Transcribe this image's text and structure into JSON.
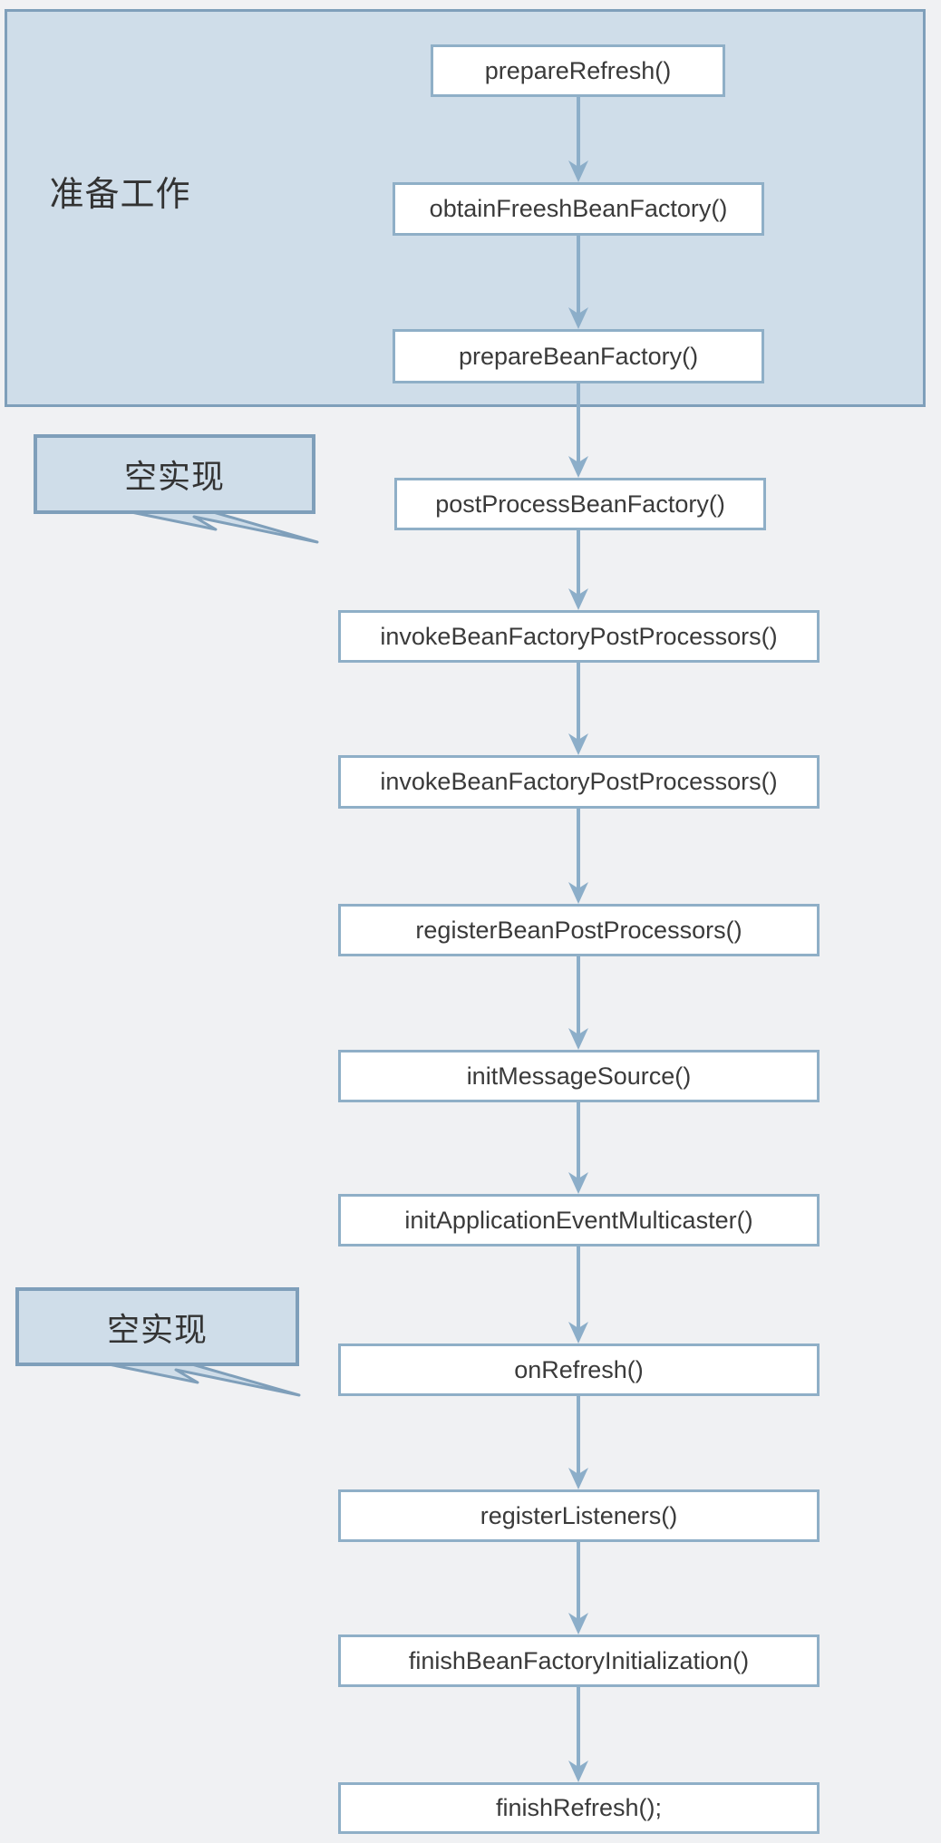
{
  "diagram": {
    "group": {
      "label": "准备工作"
    },
    "callouts": [
      {
        "label": "空实现"
      },
      {
        "label": "空实现"
      }
    ],
    "nodes": [
      {
        "label": "prepareRefresh()"
      },
      {
        "label": "obtainFreeshBeanFactory()"
      },
      {
        "label": "prepareBeanFactory()"
      },
      {
        "label": "postProcessBeanFactory()"
      },
      {
        "label": "invokeBeanFactoryPostProcessors()"
      },
      {
        "label": "invokeBeanFactoryPostProcessors()"
      },
      {
        "label": "registerBeanPostProcessors()"
      },
      {
        "label": "initMessageSource()"
      },
      {
        "label": "initApplicationEventMulticaster()"
      },
      {
        "label": "onRefresh()"
      },
      {
        "label": "registerListeners()"
      },
      {
        "label": "finishBeanFactoryInitialization()"
      },
      {
        "label": "finishRefresh();"
      }
    ],
    "colors": {
      "background": "#f0f1f3",
      "group_fill": "#cfdde9",
      "group_border": "#7f9fba",
      "node_fill": "#ffffff",
      "node_border": "#8fafc7",
      "arrow": "#8caec9",
      "text": "#3a3a3a"
    }
  }
}
